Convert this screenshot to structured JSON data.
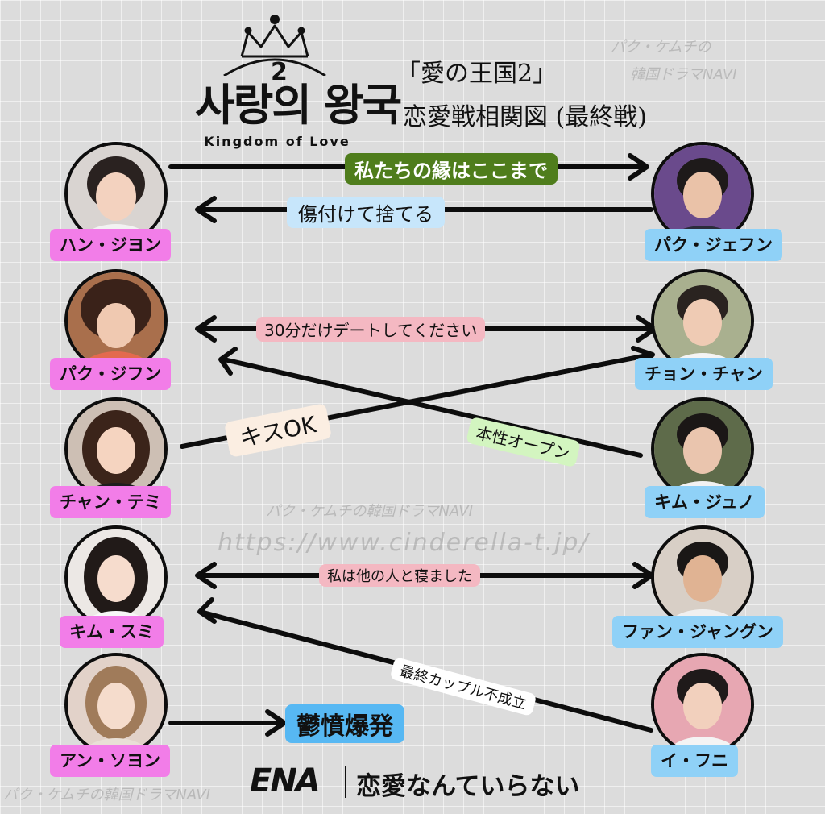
{
  "logo": {
    "korean": "사랑의 왕국",
    "number": "2",
    "english": "Kingdom of Love"
  },
  "title": {
    "line1": "「愛の王国2」",
    "line2": "恋愛戦相関図 (最終戦)"
  },
  "watermarks": {
    "top_line1": "パク・ケムチの",
    "top_line2": "韓国ドラマNAVI",
    "middle": "パク・ケムチの韓国ドラマNAVI",
    "url": "https://www.cinderella-t.jp/",
    "bottom": "パク・ケムチの韓国ドラマNAVI"
  },
  "women": [
    {
      "name": "ハン・ジヨン"
    },
    {
      "name": "パク・ジフン"
    },
    {
      "name": "チャン・テミ"
    },
    {
      "name": "キム・スミ"
    },
    {
      "name": "アン・ソヨン"
    }
  ],
  "men": [
    {
      "name": "パク・ジェフン"
    },
    {
      "name": "チョン・チャン"
    },
    {
      "name": "キム・ジュノ"
    },
    {
      "name": "ファン・ジャングン"
    },
    {
      "name": "イ・フニ"
    }
  ],
  "relations": [
    {
      "label": "私たちの縁はここまで",
      "color": "#4f7d1c"
    },
    {
      "label": "傷付けて捨てる",
      "color": "#c7e6fb"
    },
    {
      "label": "30分だけデートしてください",
      "color": "#f4b8c2"
    },
    {
      "label": "キスOK",
      "color": "#fbeee2"
    },
    {
      "label": "本性オープン",
      "color": "#d3f5c0"
    },
    {
      "label": "私は他の人と寝ました",
      "color": "#f4b8c2"
    },
    {
      "label": "最終カップル不成立",
      "color": "#ffffff"
    },
    {
      "label": "鬱憤爆発",
      "color": "#57b8f3"
    }
  ],
  "footer": {
    "network": "ENA",
    "show_title": "恋愛なんていらない"
  },
  "colors": {
    "women_label": "#f27de8",
    "men_label": "#8fd1f7",
    "arrow": "#0d0d0d"
  }
}
